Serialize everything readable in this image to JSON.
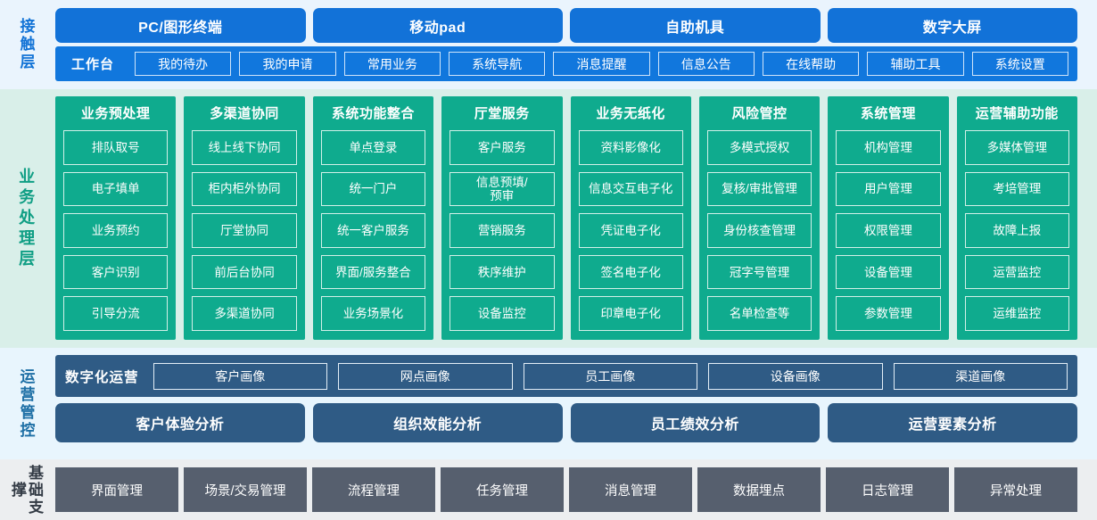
{
  "layers": {
    "contact": {
      "label": "接触层",
      "accent": "#1272d8",
      "channels": [
        "PC/图形终端",
        "移动pad",
        "自助机具",
        "数字大屏"
      ],
      "workbench_title": "工作台",
      "workbench_items": [
        "我的待办",
        "我的申请",
        "常用业务",
        "系统导航",
        "消息提醒",
        "信息公告",
        "在线帮助",
        "辅助工具",
        "系统设置"
      ]
    },
    "business": {
      "label": "业务处理层",
      "accent": "#0fab8e",
      "columns": [
        {
          "title": "业务预处理",
          "items": [
            "排队取号",
            "电子填单",
            "业务预约",
            "客户识别",
            "引导分流"
          ]
        },
        {
          "title": "多渠道协同",
          "items": [
            "线上线下协同",
            "柜内柜外协同",
            "厅堂协同",
            "前后台协同",
            "多渠道协同"
          ]
        },
        {
          "title": "系统功能整合",
          "items": [
            "单点登录",
            "统一门户",
            "统一客户服务",
            "界面/服务整合",
            "业务场景化"
          ]
        },
        {
          "title": "厅堂服务",
          "items": [
            "客户服务",
            "信息预填/\n预审",
            "营销服务",
            "秩序维护",
            "设备监控"
          ]
        },
        {
          "title": "业务无纸化",
          "items": [
            "资料影像化",
            "信息交互电子化",
            "凭证电子化",
            "签名电子化",
            "印章电子化"
          ]
        },
        {
          "title": "风险管控",
          "items": [
            "多模式授权",
            "复核/审批管理",
            "身份核查管理",
            "冠字号管理",
            "名单检查等"
          ]
        },
        {
          "title": "系统管理",
          "items": [
            "机构管理",
            "用户管理",
            "权限管理",
            "设备管理",
            "参数管理"
          ]
        },
        {
          "title": "运营辅助功能",
          "items": [
            "多媒体管理",
            "考培管理",
            "故障上报",
            "运营监控",
            "运维监控"
          ]
        }
      ]
    },
    "operations": {
      "label": "运营管控",
      "accent": "#2f5b85",
      "digital_title": "数字化运营",
      "portraits": [
        "客户画像",
        "网点画像",
        "员工画像",
        "设备画像",
        "渠道画像"
      ],
      "analyses": [
        "客户体验分析",
        "组织效能分析",
        "员工绩效分析",
        "运营要素分析"
      ]
    },
    "base": {
      "label": "基础支撑",
      "accent": "#565f6e",
      "items": [
        "界面管理",
        "场景/交易管理",
        "流程管理",
        "任务管理",
        "消息管理",
        "数据埋点",
        "日志管理",
        "异常处理"
      ]
    }
  }
}
